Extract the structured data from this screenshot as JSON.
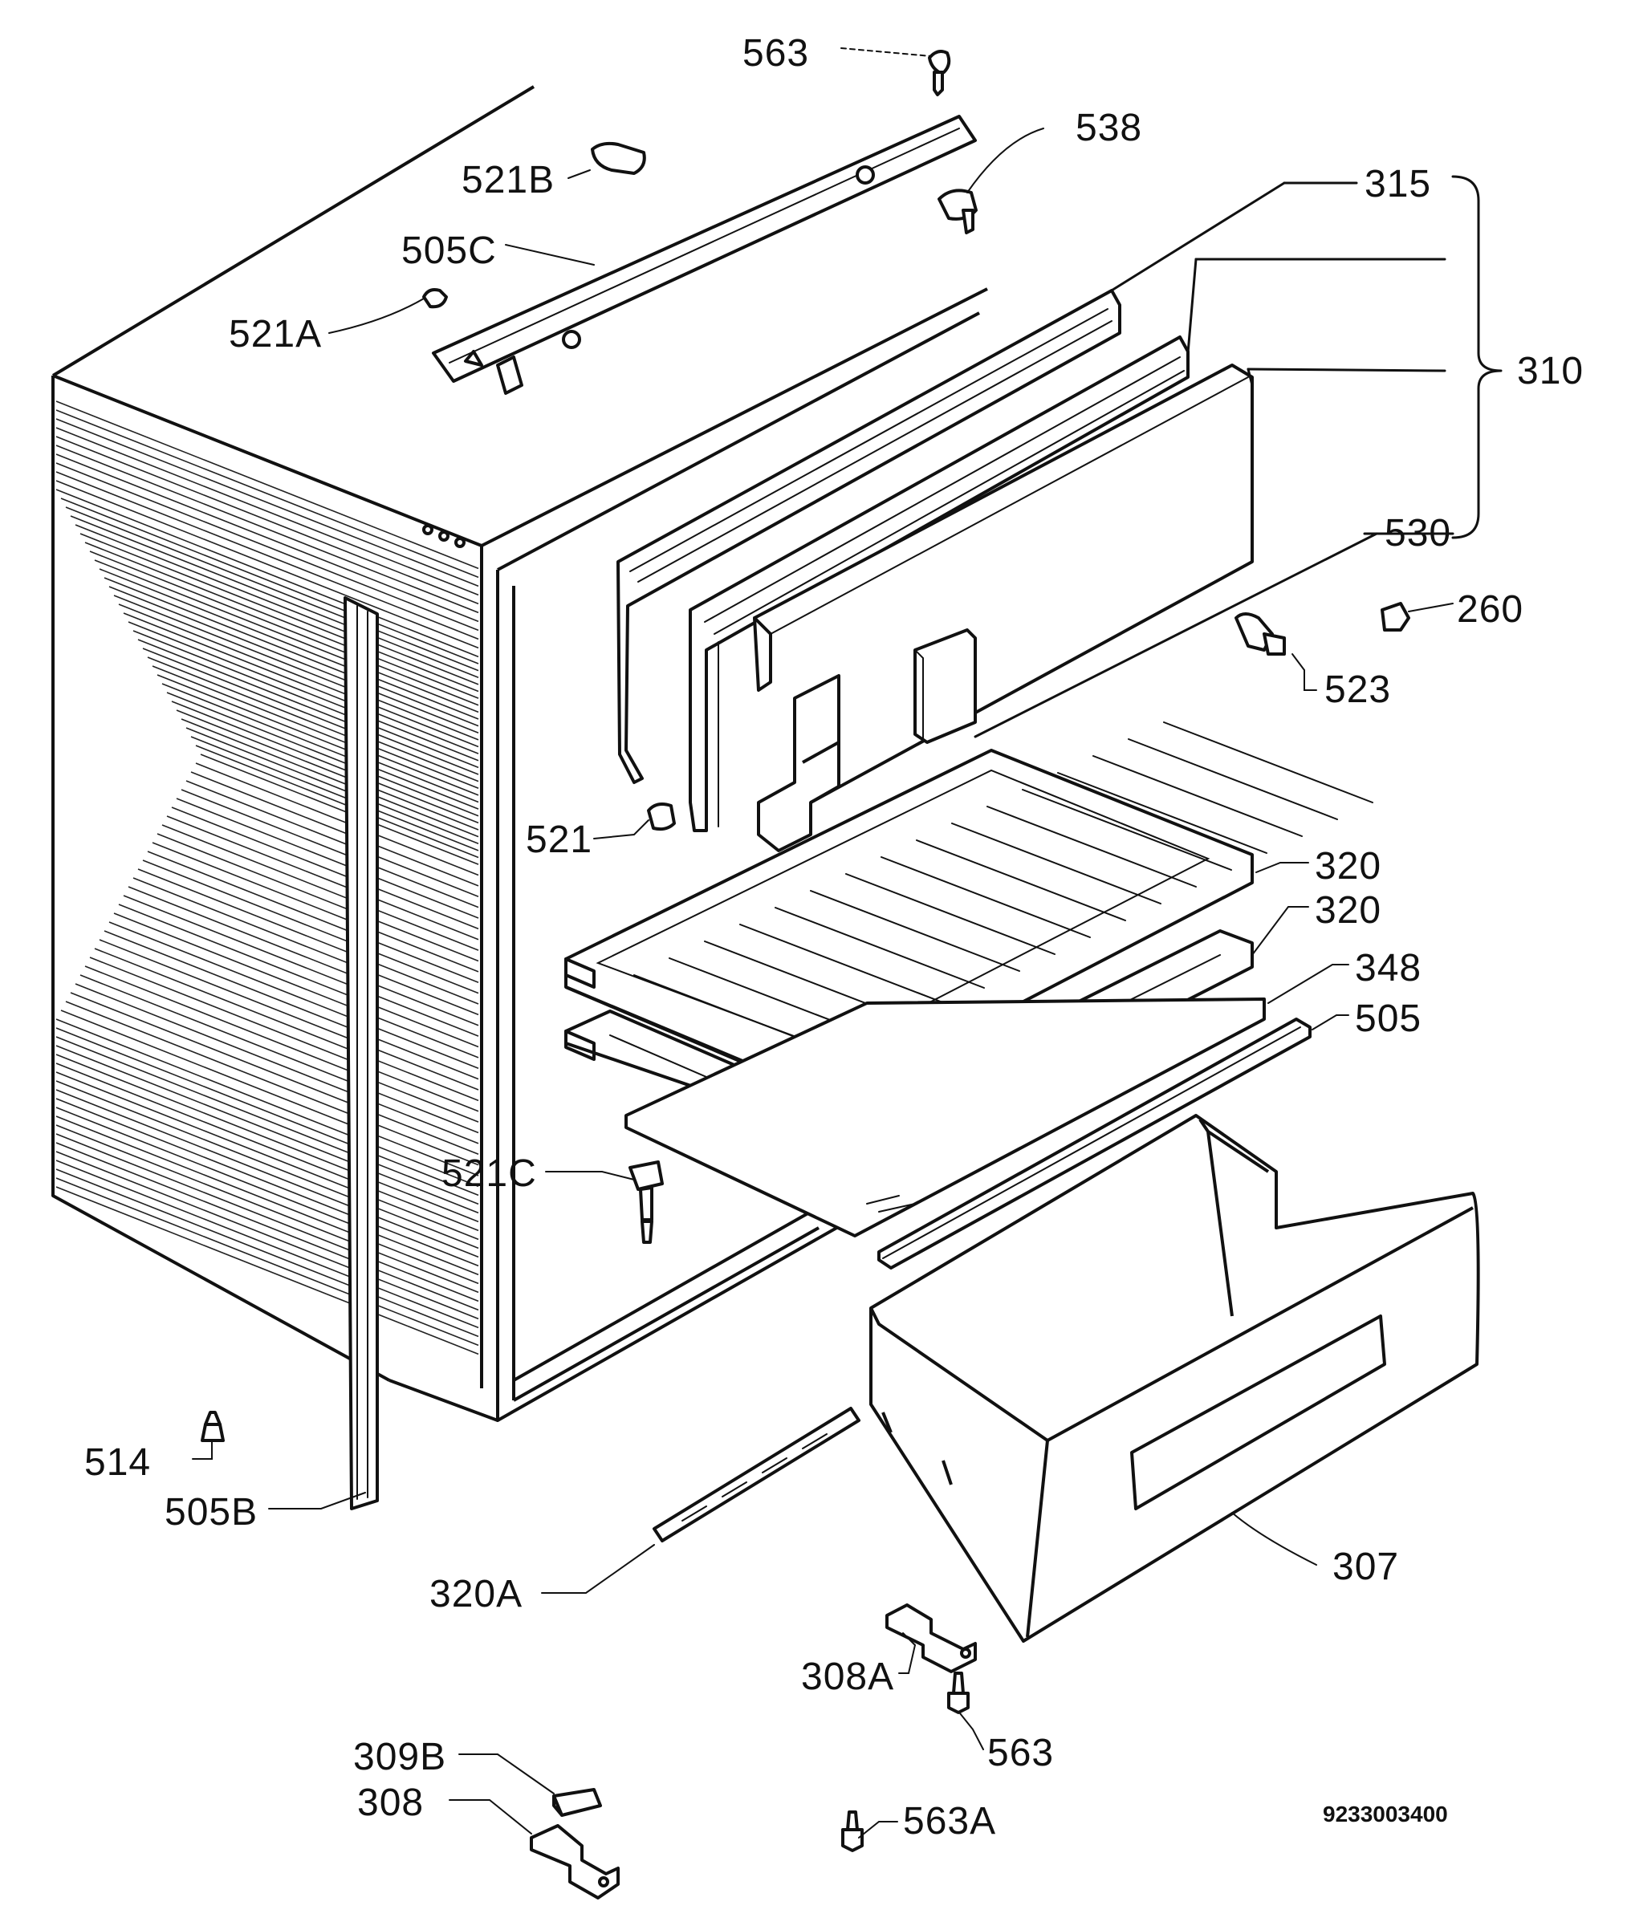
{
  "diagram": {
    "callouts": {
      "c563_top": "563",
      "c538": "538",
      "c521B": "521B",
      "c505C": "505C",
      "c521A": "521A",
      "c315": "315",
      "c310": "310",
      "c530": "530",
      "c260": "260",
      "c523": "523",
      "c521": "521",
      "c320a": "320",
      "c320b": "320",
      "c348": "348",
      "c505": "505",
      "c521C": "521C",
      "c514": "514",
      "c505B": "505B",
      "c307": "307",
      "c320A": "320A",
      "c308A": "308A",
      "c563_mid": "563",
      "c309B": "309B",
      "c308": "308",
      "c563A": "563A"
    },
    "drawing_number": "9233003400"
  }
}
